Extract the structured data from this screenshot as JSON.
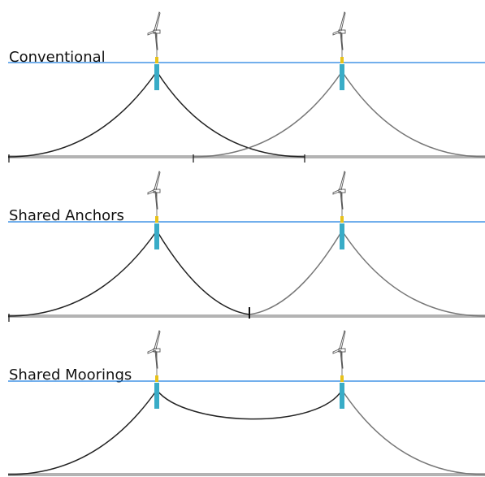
{
  "colors": {
    "water_line": "#1f7fe0",
    "seabed": "#b3b3b3",
    "mooring_primary": "#222222",
    "mooring_secondary": "#777777",
    "spar_buoy": "#39acc7",
    "tower_top": "#e8c21a",
    "anchor": "#111111"
  },
  "icons": {
    "turbine": "wind-turbine-icon",
    "anchor": "anchor-icon"
  },
  "panels": [
    {
      "label": "Conventional",
      "mooring_type": "conventional"
    },
    {
      "label": "Shared Anchors",
      "mooring_type": "shared-anchors"
    },
    {
      "label": "Shared Moorings",
      "mooring_type": "shared-moorings"
    }
  ]
}
